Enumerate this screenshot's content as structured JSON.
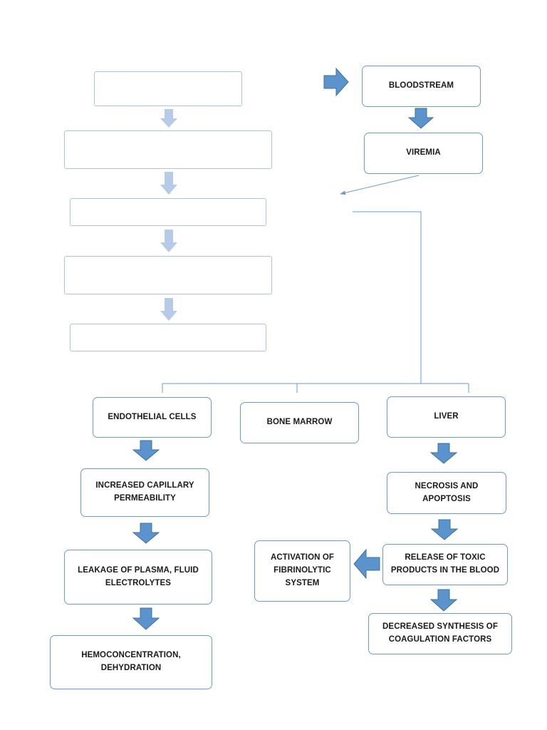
{
  "diagram": {
    "left_chain": [
      "",
      "",
      "",
      "",
      ""
    ],
    "bloodstream": "BLOODSTREAM",
    "viremia": "VIREMIA",
    "endothelial_cells": "ENDOTHELIAL CELLS",
    "bone_marrow": "BONE MARROW",
    "liver": "LIVER",
    "increased_capillary_permeability": "INCREASED CAPILLARY PERMEABILITY",
    "leakage": "LEAKAGE OF PLASMA, FLUID ELECTROLYTES",
    "hemoconcentration": "HEMOCONCENTRATION, DEHYDRATION",
    "necrosis": "NECROSIS AND APOPTOSIS",
    "release_toxic": "RELEASE OF TOXIC PRODUCTS IN THE BLOOD",
    "activation_fibrinolytic": "ACTIVATION OF FIBRINOLYTIC SYSTEM",
    "decreased_synthesis": "DECREASED SYNTHESIS OF COAGULATION FACTORS"
  },
  "colors": {
    "box_border": "#6a9bd0",
    "faint_border": "#a9c4e3",
    "arrow_fill": "#5b93cc",
    "faint_arrow_fill": "#b6cbe8",
    "line": "#6a9bd0"
  },
  "icons": {
    "down_arrow": "block-arrow-down-icon",
    "right_arrow": "block-arrow-right-icon",
    "left_arrow": "block-arrow-left-icon"
  }
}
